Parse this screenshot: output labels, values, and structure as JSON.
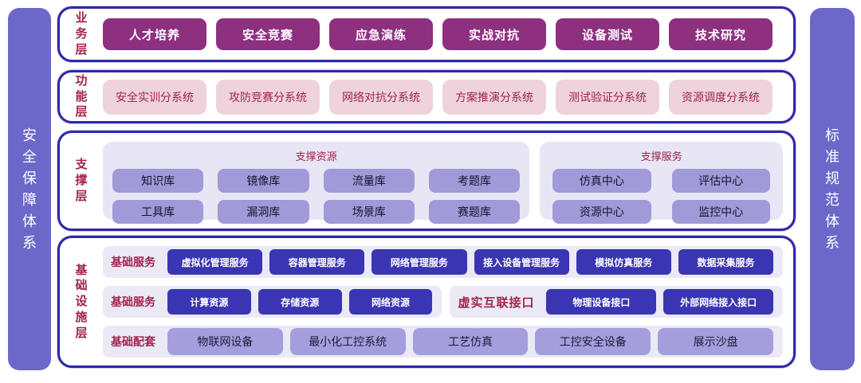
{
  "banners": {
    "left": "安全保障体系",
    "right": "标准规范体系"
  },
  "business": {
    "label": "业务层",
    "items": [
      "人才培养",
      "安全竞赛",
      "应急演练",
      "实战对抗",
      "设备测试",
      "技术研究"
    ]
  },
  "function": {
    "label": "功能层",
    "items": [
      "安全实训分系统",
      "攻防竞赛分系统",
      "网络对抗分系统",
      "方案推演分系统",
      "测试验证分系统",
      "资源调度分系统"
    ]
  },
  "support": {
    "label": "支撑层",
    "resource_group": {
      "title": "支撑资源",
      "row1": [
        "知识库",
        "镜像库",
        "流量库",
        "考题库"
      ],
      "row2": [
        "工具库",
        "漏洞库",
        "场景库",
        "赛题库"
      ]
    },
    "service_group": {
      "title": "支撑服务",
      "row1": [
        "仿真中心",
        "评估中心"
      ],
      "row2": [
        "资源中心",
        "监控中心"
      ]
    }
  },
  "infrastructure": {
    "label": "基础设施层",
    "row1": {
      "title": "基础服务",
      "items": [
        "虚拟化管理服务",
        "容器管理服务",
        "网络管理服务",
        "接入设备管理服务",
        "模拟仿真服务",
        "数据采集服务"
      ]
    },
    "row2a": {
      "title": "基础服务",
      "items": [
        "计算资源",
        "存储资源",
        "网络资源"
      ]
    },
    "row2b": {
      "title": "虚实互联接口",
      "items": [
        "物理设备接口",
        "外部网络接入接口"
      ]
    },
    "row3": {
      "title": "基础配套",
      "items": [
        "物联网设备",
        "最小化工控系统",
        "工艺仿真",
        "工控安全设备",
        "展示沙盘"
      ]
    }
  },
  "colors": {
    "frame_border": "#2b29a9",
    "banner_purple": "#6c68ca",
    "business_button": "#8e3080",
    "label_red": "#a02449",
    "function_button_bg": "#eed3dc",
    "group_bg": "#e8e6f5",
    "support_button": "#a09ad8",
    "infra_dark_button": "#3a35b2",
    "infra_light_button": "#a49edd"
  }
}
